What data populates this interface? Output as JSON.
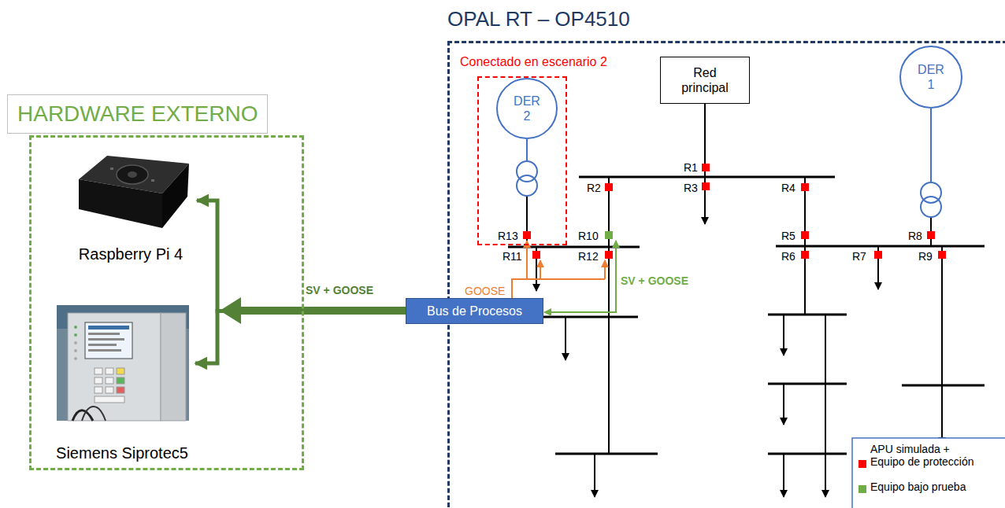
{
  "diagram": {
    "nodes": [
      {
        "text": [
          "HARDWARE EXTERNO"
        ]
      },
      {
        "text": [
          "Raspberry Pi 4"
        ],
        "in": 0
      },
      {
        "text": [
          "Siemens Siprotec5"
        ],
        "in": 0
      },
      {
        "text": [
          "OPAL RT – OP4510"
        ]
      },
      {
        "text": [
          "Conectado en escenario 2"
        ],
        "in": 3
      },
      {
        "text": [
          "DER 2"
        ],
        "in": 4
      },
      {
        "text": [
          "Red principal"
        ],
        "in": 3
      },
      {
        "text": [
          "DER 1"
        ],
        "in": 3
      },
      {
        "text": [
          "Bus de Procesos"
        ]
      }
    ],
    "edges": [
      {
        "from": 8,
        "to": 1,
        "arrow": "to",
        "label": "SV + GOOSE"
      },
      {
        "from": 8,
        "to": 2,
        "arrow": "to"
      }
    ],
    "labels": [
      "R1",
      "R2",
      "R3",
      "R4",
      "R5",
      "R6",
      "R7",
      "R8",
      "R9",
      "R10",
      "R11",
      "R12",
      "R13",
      "GOOSE",
      "SV + GOOSE"
    ],
    "legend": [
      {
        "text": "APU simulada + Equipo de protección",
        "color": "#ff0000"
      },
      {
        "text": "Equipo bajo prueba",
        "color": "#70ad47"
      }
    ]
  }
}
